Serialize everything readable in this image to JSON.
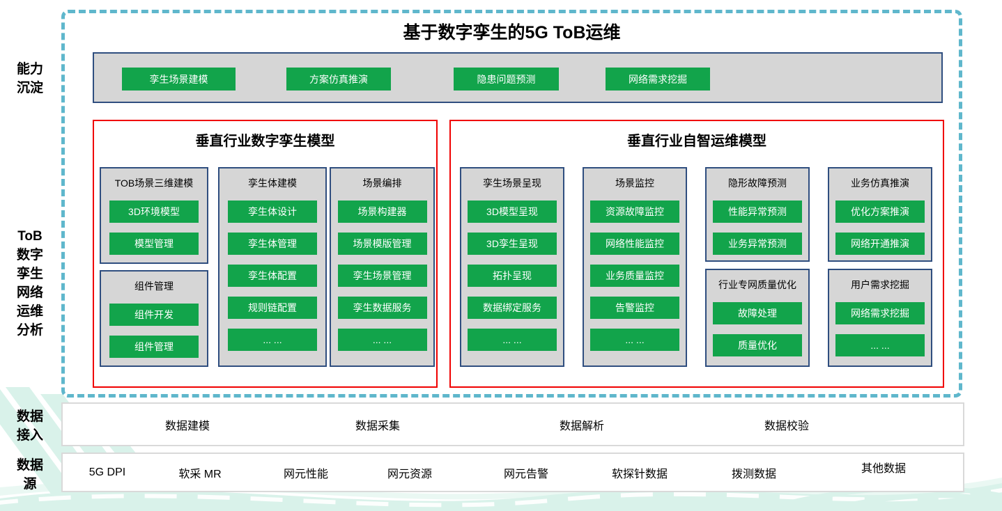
{
  "colors": {
    "chip_green": "#12a44b",
    "panel_gray": "#d6d6d6",
    "panel_border_navy": "#2f4e7f",
    "model_box_red": "#f00000",
    "frame_teal": "#5fb7cc",
    "strip_border_gray": "#d9d9d9",
    "wave_mint": "#d9f2ea"
  },
  "title": "基于数字孪生的5G ToB运维",
  "left_labels": {
    "capability": "能力\n沉淀",
    "tob": "ToB\n数字\n孪生\n网络\n运维\n分析",
    "access": "数据\n接入",
    "source": "数据\n源"
  },
  "capability_bar": {
    "buttons": [
      "孪生场景建模",
      "方案仿真推演",
      "隐患问题预测",
      "网络需求挖掘"
    ]
  },
  "left_box": {
    "title": "垂直行业数字孪生模型",
    "columns": [
      {
        "panels": [
          {
            "header": "TOB场景三维建模",
            "items": [
              "3D环境模型",
              "模型管理"
            ]
          },
          {
            "header": "组件管理",
            "items": [
              "组件开发",
              "组件管理"
            ]
          }
        ]
      },
      {
        "panels": [
          {
            "header": "孪生体建模",
            "items": [
              "孪生体设计",
              "孪生体管理",
              "孪生体配置",
              "规则链配置",
              "... ..."
            ]
          }
        ]
      },
      {
        "panels": [
          {
            "header": "场景编排",
            "items": [
              "场景构建器",
              "场景模版管理",
              "孪生场景管理",
              "孪生数据服务",
              "... ..."
            ]
          }
        ]
      }
    ]
  },
  "right_box": {
    "title": "垂直行业自智运维模型",
    "columns": [
      {
        "panels": [
          {
            "header": "孪生场景呈现",
            "items": [
              "3D模型呈现",
              "3D孪生呈现",
              "拓扑呈现",
              "数据绑定服务",
              "... ..."
            ]
          }
        ]
      },
      {
        "panels": [
          {
            "header": "场景监控",
            "items": [
              "资源故障监控",
              "网络性能监控",
              "业务质量监控",
              "告警监控",
              "... ..."
            ]
          }
        ]
      },
      {
        "panels": [
          {
            "header": "隐形故障预测",
            "items": [
              "性能异常预测",
              "业务异常预测"
            ]
          },
          {
            "header": "行业专网质量优化",
            "items": [
              "故障处理",
              "质量优化"
            ]
          }
        ]
      },
      {
        "panels": [
          {
            "header": "业务仿真推演",
            "items": [
              "优化方案推演",
              "网络开通推演"
            ]
          },
          {
            "header": "用户需求挖掘",
            "items": [
              "网络需求挖掘",
              "... ..."
            ]
          }
        ]
      }
    ]
  },
  "data_access": {
    "items": [
      "数据建模",
      "数据采集",
      "数据解析",
      "数据校验"
    ]
  },
  "data_source": {
    "items": [
      "5G DPI",
      "软采 MR",
      "网元性能",
      "网元资源",
      "网元告警",
      "软探针数据",
      "拨测数据",
      "其他数据"
    ]
  }
}
